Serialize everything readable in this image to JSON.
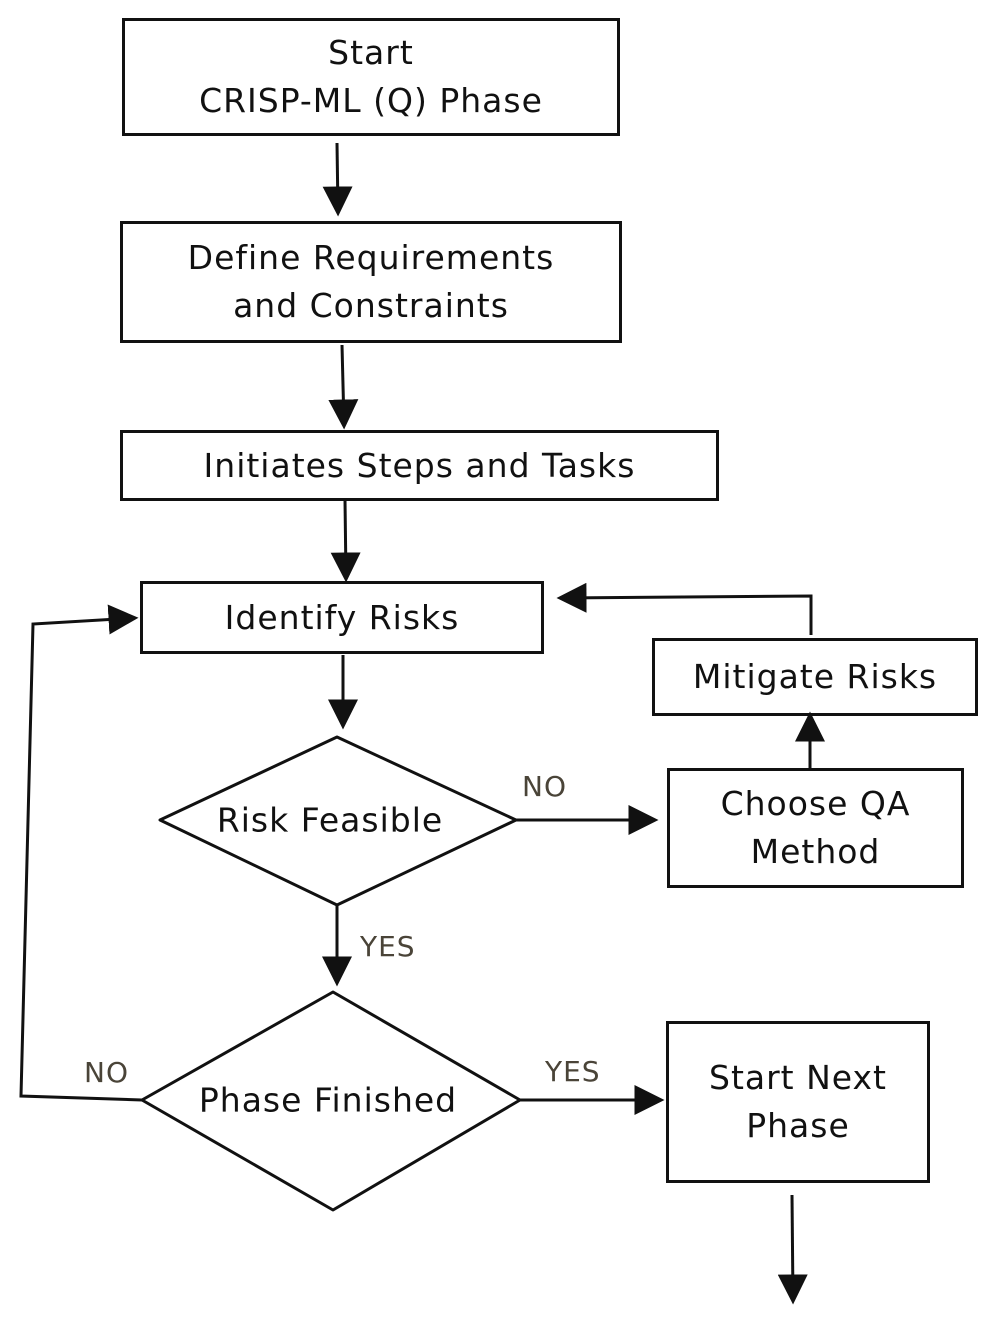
{
  "nodes": {
    "start": {
      "line1": "Start",
      "line2": "CRISP-ML (Q) Phase"
    },
    "define": {
      "line1": "Define Requirements",
      "line2": "and Constraints"
    },
    "initiate": {
      "label": "Initiates Steps and Tasks"
    },
    "identify": {
      "label": "Identify Risks"
    },
    "mitigate": {
      "label": "Mitigate Risks"
    },
    "feasible": {
      "label": "Risk Feasible"
    },
    "choose_qa": {
      "line1": "Choose QA",
      "line2": "Method"
    },
    "finished": {
      "label": "Phase Finished"
    },
    "next_phase": {
      "line1": "Start Next",
      "line2": "Phase"
    }
  },
  "edge_labels": {
    "feasible_no": "NO",
    "feasible_yes": "YES",
    "finished_no": "NO",
    "finished_yes": "YES"
  },
  "colors": {
    "stroke": "#111111",
    "edge_label": "#4a4438"
  }
}
